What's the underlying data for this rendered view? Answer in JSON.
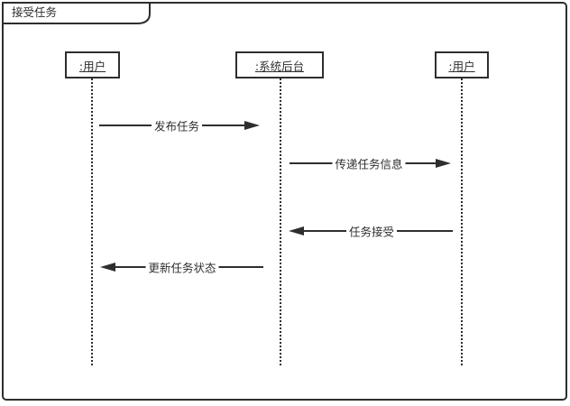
{
  "frame": {
    "title": "接受任务"
  },
  "colors": {
    "line": "#2e2e2e",
    "background": "#ffffff"
  },
  "lifelines": [
    {
      "label": ":用户"
    },
    {
      "label": ":系统后台"
    },
    {
      "label": ":用户"
    }
  ],
  "messages": [
    {
      "label": "发布任务",
      "direction": "right"
    },
    {
      "label": "传递任务信息",
      "direction": "right"
    },
    {
      "label": "任务接受",
      "direction": "left"
    },
    {
      "label": "更新任务状态",
      "direction": "left"
    }
  ]
}
